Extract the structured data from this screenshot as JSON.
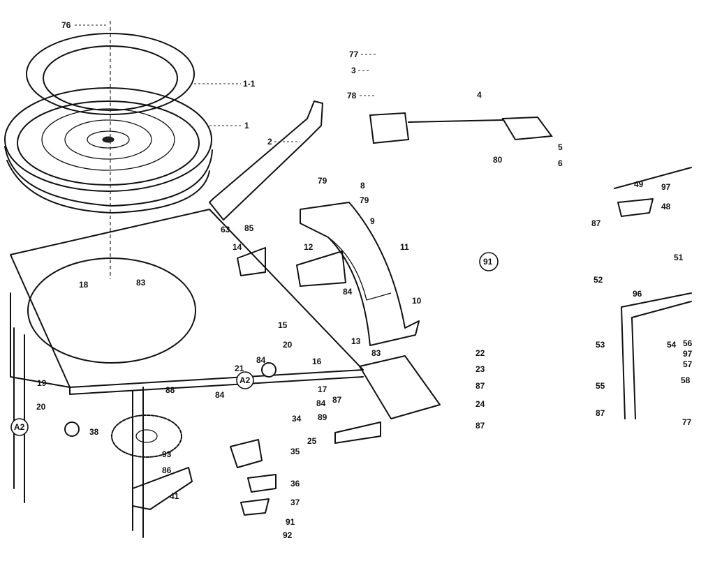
{
  "diagram": {
    "callouts": [
      "76",
      "1-1",
      "1",
      "77",
      "3",
      "78",
      "4",
      "2",
      "5",
      "80",
      "6",
      "79",
      "8",
      "79",
      "9",
      "63",
      "85",
      "14",
      "11",
      "91",
      "12",
      "83",
      "18",
      "10",
      "84",
      "15",
      "13",
      "49",
      "97",
      "48",
      "87",
      "51",
      "52",
      "96",
      "53",
      "54",
      "56",
      "97",
      "57",
      "55",
      "58",
      "87",
      "77",
      "20",
      "16",
      "83",
      "22",
      "23",
      "87",
      "21",
      "A2",
      "17",
      "84",
      "24",
      "84",
      "87",
      "89",
      "87",
      "19",
      "20",
      "88",
      "34",
      "A2",
      "38",
      "25",
      "93",
      "35",
      "86",
      "41",
      "36",
      "37",
      "91",
      "92",
      "84"
    ]
  }
}
